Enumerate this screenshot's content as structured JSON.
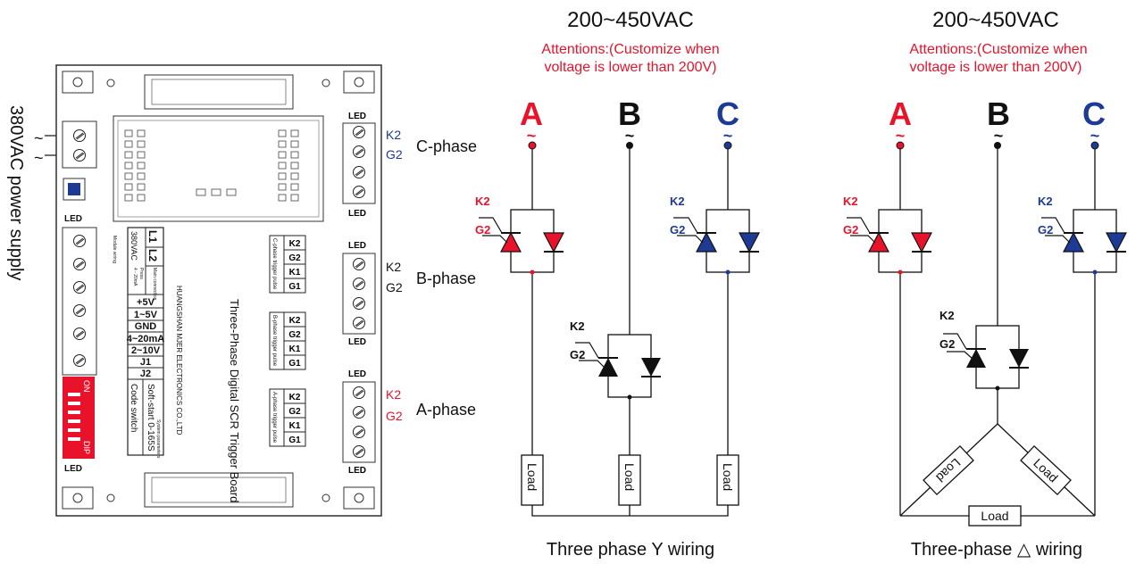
{
  "colors": {
    "red": "#e8132b",
    "blue": "#1d3a94",
    "black": "#111111"
  },
  "supply": {
    "label": "380VAC power supply",
    "tildes": [
      "~",
      "~"
    ]
  },
  "board": {
    "led": "LED",
    "title": "Three-Phase Digital SCR Trigger Board",
    "company": "HUANGSHAN MJER ELECTRONICS CO.,LTD",
    "terminals": {
      "l1": "L1",
      "l2": "L2",
      "v380": "380VAC",
      "main_connection": "Main connection",
      "press": "Press",
      "range": "4 - 20mA",
      "module_wiring": "Module wiring",
      "plus5v": "+5V",
      "v15": "1~5V",
      "gnd": "GND",
      "ma420": "4~20mA",
      "v210": "2~10V",
      "j1": "J1",
      "j2": "J2"
    },
    "dip": {
      "on": "ON",
      "dip": "DIP",
      "soft_start": "Soft-start 0-165S",
      "code_switch": "Code switch",
      "system_parameters": "System parameters"
    },
    "trigger": {
      "k2": "K2",
      "g2": "G2",
      "k1": "K1",
      "g1": "G1",
      "c_pulse": "C-phase trigger pulse",
      "b_pulse": "B-phase trigger pulse",
      "a_pulse": "A-phase trigger pulse"
    }
  },
  "outputs": [
    {
      "k": "K2",
      "g": "G2",
      "label": "C-phase"
    },
    {
      "k": "K2",
      "g": "G2",
      "label": "B-phase"
    },
    {
      "k": "K2",
      "g": "G2",
      "label": "A-phase"
    }
  ],
  "wye": {
    "voltage": "200~450VAC",
    "attention_1": "Attentions:(Customize when",
    "attention_2": "voltage is lower than 200V)",
    "phases": [
      "A",
      "B",
      "C"
    ],
    "tilde": "~",
    "k": "K2",
    "g": "G2",
    "load": "Load",
    "caption": "Three phase Y wiring"
  },
  "delta": {
    "voltage": "200~450VAC",
    "attention_1": "Attentions:(Customize when",
    "attention_2": "voltage is lower than 200V)",
    "phases": [
      "A",
      "B",
      "C"
    ],
    "tilde": "~",
    "k": "K2",
    "g": "G2",
    "load": "Load",
    "caption": "Three-phase △ wiring"
  }
}
